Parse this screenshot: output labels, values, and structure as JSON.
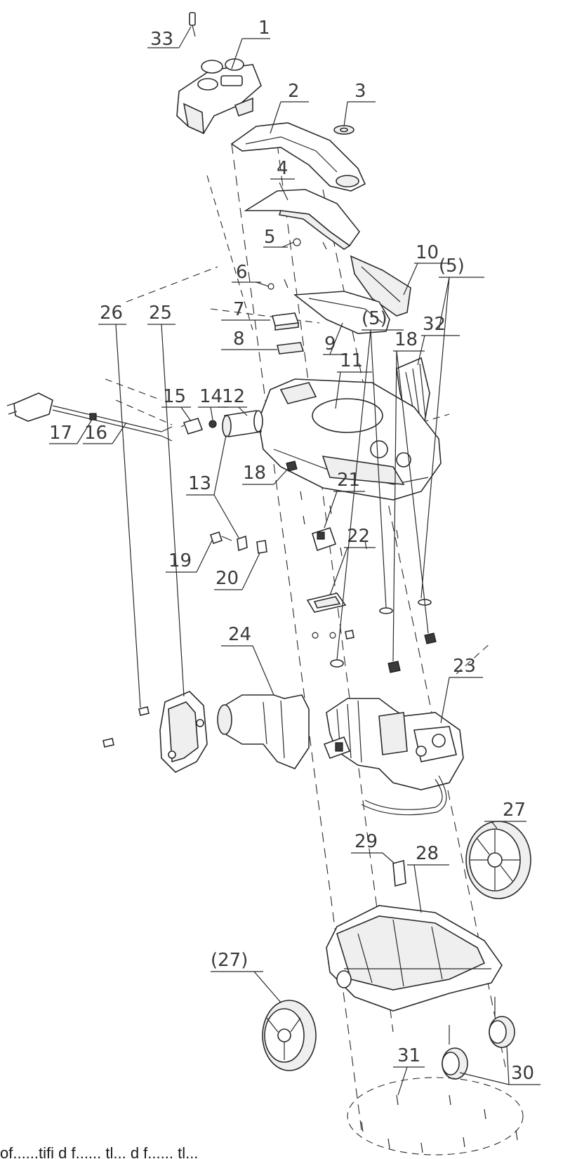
{
  "figure": {
    "type": "exploded-parts-diagram",
    "caption_fragment": "of......tifi d f...... tl... d f...... tl..."
  },
  "part_labels": {
    "p1": "1",
    "p2": "2",
    "p3": "3",
    "p4": "4",
    "p5": "5",
    "p5_ref_a": "(5)",
    "p5_ref_b": "(5)",
    "p6": "6",
    "p7": "7",
    "p8": "8",
    "p9": "9",
    "p10": "10",
    "p11": "11",
    "p12": "12",
    "p13": "13",
    "p14": "14",
    "p15": "15",
    "p16": "16",
    "p17": "17",
    "p18a": "18",
    "p18b": "18",
    "p19": "19",
    "p20": "20",
    "p21": "21",
    "p22": "22",
    "p23": "23",
    "p24": "24",
    "p25": "25",
    "p26": "26",
    "p27": "27",
    "p27_ref": "(27)",
    "p28": "28",
    "p29": "29",
    "p30": "30",
    "p31": "31",
    "p32": "32",
    "p33": "33"
  },
  "icons": {
    "plug": "power-plug-icon",
    "motor": "motor-pump-icon",
    "wheel": "wheel-icon",
    "caster": "caster-wheel-icon",
    "screw": "screw-icon"
  }
}
